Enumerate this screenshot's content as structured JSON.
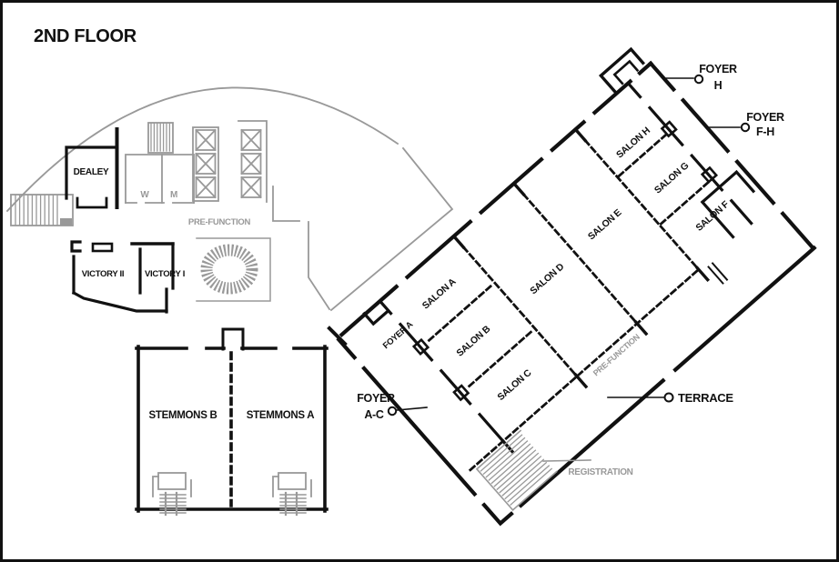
{
  "title": "2ND FLOOR",
  "colors": {
    "wall": "#111111",
    "secondary": "#999999",
    "background": "#ffffff"
  },
  "left_wing": {
    "pre_function": "PRE-FUNCTION",
    "dealey": "DEALEY",
    "women": "W",
    "men": "M",
    "victory_2": "VICTORY II",
    "victory_1": "VICTORY I",
    "stemmons_b": "STEMMONS B",
    "stemmons_a": "STEMMONS A"
  },
  "ballroom": {
    "salon_a": "SALON A",
    "salon_b": "SALON B",
    "salon_c": "SALON C",
    "salon_d": "SALON D",
    "salon_e": "SALON E",
    "salon_f": "SALON F",
    "salon_g": "SALON G",
    "salon_h": "SALON H",
    "foyer_a": "FOYER A",
    "pre_function": "PRE-FUNCTION",
    "registration": "REGISTRATION"
  },
  "callouts": {
    "foyer_h": {
      "line1": "FOYER",
      "line2": "H"
    },
    "foyer_fh": {
      "line1": "FOYER",
      "line2": "F-H"
    },
    "foyer_ac": {
      "line1": "FOYER",
      "line2": "A-C"
    },
    "terrace": {
      "label": "TERRACE"
    }
  }
}
